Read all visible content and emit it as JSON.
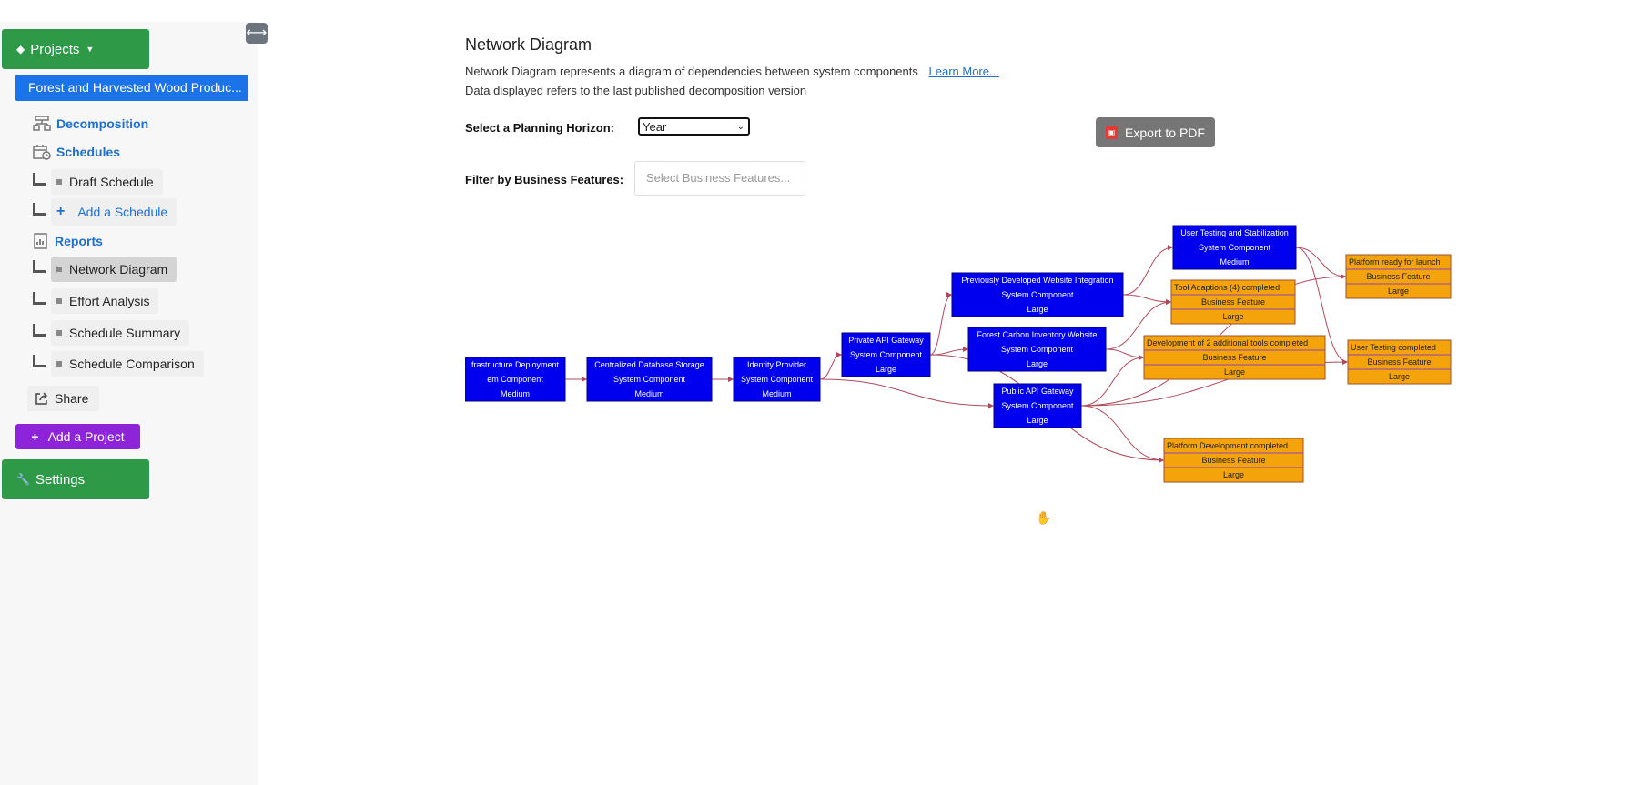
{
  "sidebar": {
    "toggle_icon": "arrows-horizontal-icon",
    "projects_label": "Projects",
    "project_name": "Forest and Harvested Wood Produc...",
    "decomposition": "Decomposition",
    "schedules": "Schedules",
    "draft_schedule": "Draft Schedule",
    "add_schedule": "Add a Schedule",
    "reports": "Reports",
    "report_items": [
      "Network Diagram",
      "Effort Analysis",
      "Schedule Summary",
      "Schedule Comparison"
    ],
    "share": "Share",
    "add_project": "Add a Project",
    "settings": "Settings"
  },
  "main": {
    "title": "Network Diagram",
    "description": "Network Diagram represents a diagram of dependencies between system components",
    "learn_more": "Learn More...",
    "note": "Data displayed refers to the last published decomposition version",
    "horizon_label": "Select a Planning Horizon:",
    "horizon_value": "Year",
    "filter_label": "Filter by Business Features:",
    "filter_placeholder": "Select Business Features...",
    "export_label": "Export to PDF"
  },
  "colors": {
    "component": "#0000ee",
    "feature": "#f5a30a",
    "edge": "#b04a5a",
    "green": "#2e9a47",
    "purple": "#8e24d8"
  },
  "nodes": [
    {
      "id": "n1",
      "title": "frastructure Deployment",
      "type": "em Component",
      "size": "Medium",
      "kind": "component"
    },
    {
      "id": "n2",
      "title": "Centralized Database Storage",
      "type": "System Component",
      "size": "Medium",
      "kind": "component"
    },
    {
      "id": "n3",
      "title": "Identity Provider",
      "type": "System Component",
      "size": "Medium",
      "kind": "component"
    },
    {
      "id": "n4",
      "title": "Private API Gateway",
      "type": "System Component",
      "size": "Large",
      "kind": "component"
    },
    {
      "id": "n5",
      "title": "Previously Developed Website Integration",
      "type": "System Component",
      "size": "Large",
      "kind": "component"
    },
    {
      "id": "n6",
      "title": "Forest Carbon Inventory Website",
      "type": "System Component",
      "size": "Large",
      "kind": "component"
    },
    {
      "id": "n7",
      "title": "Public API Gateway",
      "type": "System Component",
      "size": "Large",
      "kind": "component"
    },
    {
      "id": "n8",
      "title": "User Testing and Stabilization",
      "type": "System Component",
      "size": "Medium",
      "kind": "component"
    },
    {
      "id": "f1",
      "title": "Tool Adaptions (4) completed",
      "type": "Business Feature",
      "size": "Large",
      "kind": "feature"
    },
    {
      "id": "f2",
      "title": "Development of 2 additional tools completed",
      "type": "Business Feature",
      "size": "Large",
      "kind": "feature"
    },
    {
      "id": "f3",
      "title": "Platform Development completed",
      "type": "Business Feature",
      "size": "Large",
      "kind": "feature"
    },
    {
      "id": "f4",
      "title": "Platform ready for launch",
      "type": "Business Feature",
      "size": "Large",
      "kind": "feature"
    },
    {
      "id": "f5",
      "title": "User Testing completed",
      "type": "Business Feature",
      "size": "Large",
      "kind": "feature"
    }
  ]
}
